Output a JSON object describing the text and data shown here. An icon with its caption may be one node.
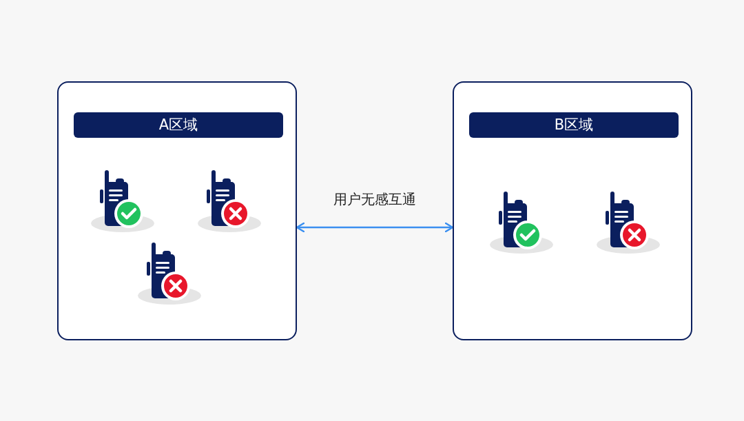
{
  "diagram": {
    "nodes": [
      {
        "text": [],
        "shape": "box"
      },
      {
        "text": [
          "A区域"
        ],
        "in": 0
      },
      {
        "text": [],
        "shape": "box"
      },
      {
        "text": [
          "B区域"
        ],
        "in": 2
      }
    ],
    "edges": [
      {
        "from": 0,
        "to": 2,
        "arrow": "both",
        "label": "用户无感互通"
      }
    ]
  }
}
